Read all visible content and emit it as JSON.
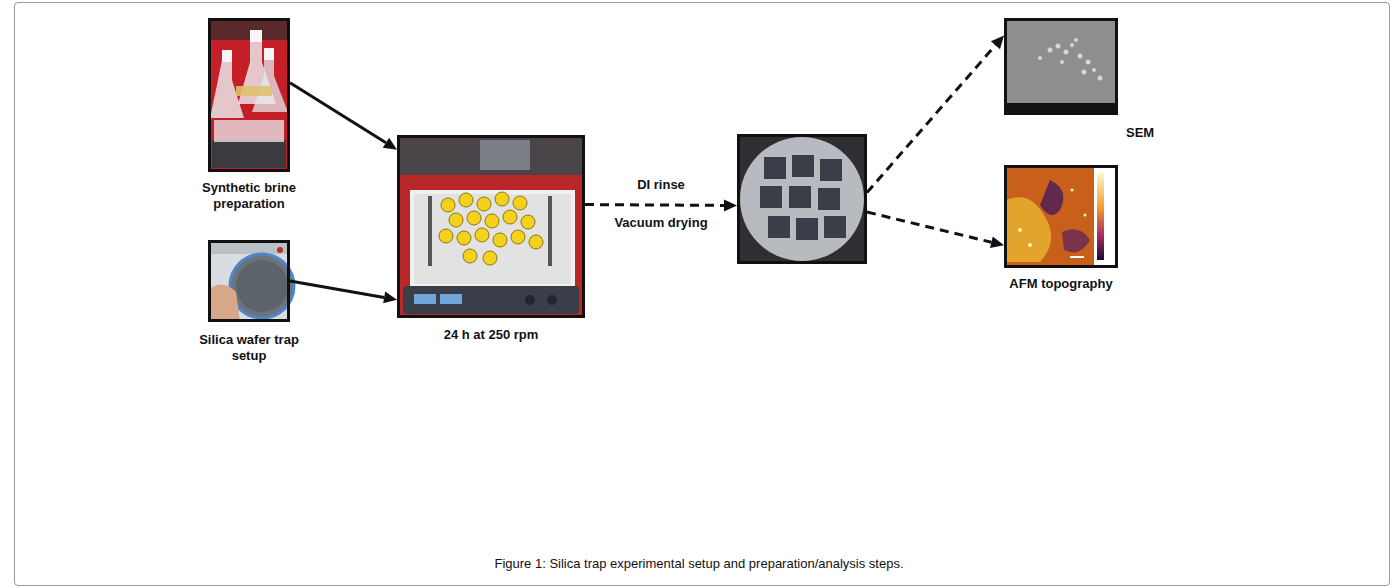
{
  "diagram": {
    "caption": "Figure 1: Silica trap experimental setup and preparation/analysis steps.",
    "nodes": [
      {
        "text": [
          "Synthetic brine preparation"
        ]
      },
      {
        "text": [
          "Silica wafer trap setup"
        ]
      },
      {
        "text": [
          "24 h at 250 rpm"
        ]
      },
      {
        "text": []
      },
      {
        "text": [
          "SEM"
        ]
      },
      {
        "text": [
          "AFM topography"
        ]
      }
    ],
    "edges": [
      {
        "from": 0,
        "to": 2,
        "arrow": "to"
      },
      {
        "from": 1,
        "to": 2,
        "arrow": "to"
      },
      {
        "from": 2,
        "to": 3,
        "label": "DI rinse",
        "arrow": "to"
      },
      {
        "from": 3,
        "to": 4,
        "arrow": "to"
      },
      {
        "from": 3,
        "to": 5,
        "arrow": "to"
      }
    ],
    "labels": [
      "Vacuum drying"
    ]
  }
}
